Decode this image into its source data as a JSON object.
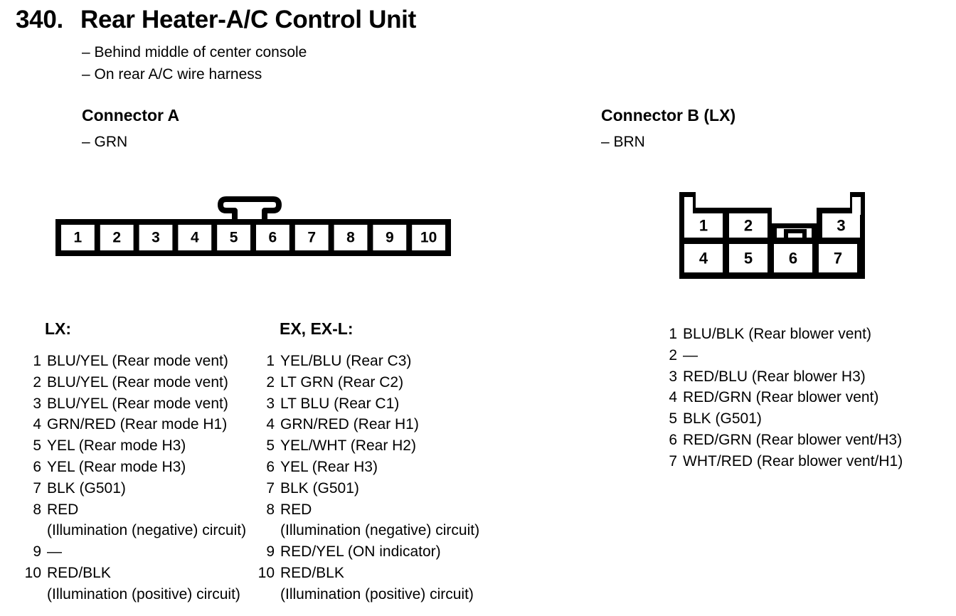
{
  "page": {
    "section_number": "340.",
    "title": "Rear Heater-A/C Control Unit",
    "notes": [
      "– Behind middle of center console",
      "– On rear A/C wire harness"
    ]
  },
  "connector_a": {
    "heading": "Connector A",
    "color_note": "– GRN",
    "cavity_numbers": [
      "1",
      "2",
      "3",
      "4",
      "5",
      "6",
      "7",
      "8",
      "9",
      "10"
    ],
    "variants": [
      {
        "label": "LX:",
        "pins": [
          {
            "num": "1",
            "desc": "BLU/YEL (Rear mode vent)"
          },
          {
            "num": "2",
            "desc": "BLU/YEL (Rear mode vent)"
          },
          {
            "num": "3",
            "desc": "BLU/YEL (Rear mode vent)"
          },
          {
            "num": "4",
            "desc": "GRN/RED (Rear mode H1)"
          },
          {
            "num": "5",
            "desc": "YEL (Rear mode H3)"
          },
          {
            "num": "6",
            "desc": "YEL (Rear mode H3)"
          },
          {
            "num": "7",
            "desc": "BLK (G501)"
          },
          {
            "num": "8",
            "desc": "RED",
            "sub": "(Illumination (negative) circuit)"
          },
          {
            "num": "9",
            "desc": "—"
          },
          {
            "num": "10",
            "desc": "RED/BLK",
            "sub": "(Illumination (positive) circuit)"
          }
        ]
      },
      {
        "label": "EX, EX-L:",
        "pins": [
          {
            "num": "1",
            "desc": "YEL/BLU (Rear C3)"
          },
          {
            "num": "2",
            "desc": "LT GRN (Rear C2)"
          },
          {
            "num": "3",
            "desc": "LT BLU (Rear C1)"
          },
          {
            "num": "4",
            "desc": "GRN/RED (Rear H1)"
          },
          {
            "num": "5",
            "desc": "YEL/WHT (Rear H2)"
          },
          {
            "num": "6",
            "desc": "YEL (Rear H3)"
          },
          {
            "num": "7",
            "desc": "BLK (G501)"
          },
          {
            "num": "8",
            "desc": "RED",
            "sub": "(Illumination (negative) circuit)"
          },
          {
            "num": "9",
            "desc": "RED/YEL (ON indicator)"
          },
          {
            "num": "10",
            "desc": "RED/BLK",
            "sub": "(Illumination (positive) circuit)"
          }
        ]
      }
    ]
  },
  "connector_b": {
    "heading": "Connector B (LX)",
    "color_note": "– BRN",
    "cavity_numbers": [
      "1",
      "2",
      "3",
      "4",
      "5",
      "6",
      "7"
    ],
    "pins": [
      {
        "num": "1",
        "desc": "BLU/BLK (Rear blower vent)"
      },
      {
        "num": "2",
        "desc": "—"
      },
      {
        "num": "3",
        "desc": "RED/BLU (Rear blower H3)"
      },
      {
        "num": "4",
        "desc": "RED/GRN (Rear blower vent)"
      },
      {
        "num": "5",
        "desc": "BLK (G501)"
      },
      {
        "num": "6",
        "desc": "RED/GRN (Rear blower vent/H3)"
      },
      {
        "num": "7",
        "desc": "WHT/RED (Rear blower vent/H1)"
      }
    ]
  },
  "colors": {
    "ink": "#000000",
    "paper": "#ffffff"
  }
}
